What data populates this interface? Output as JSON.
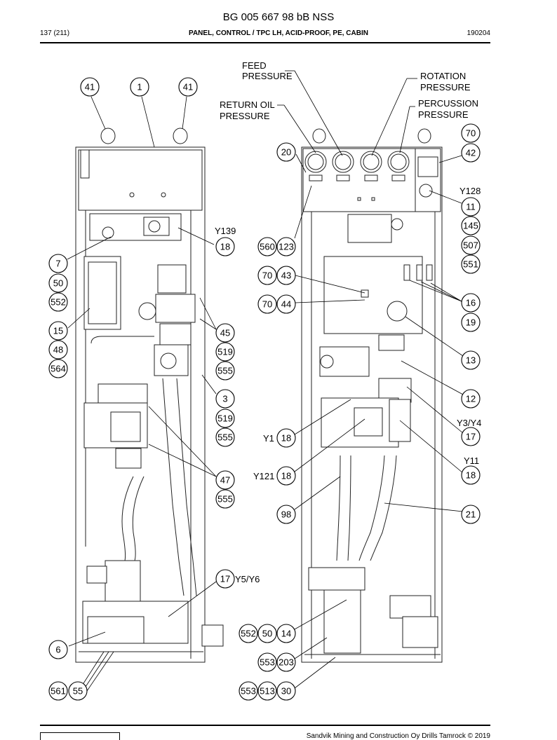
{
  "header": {
    "document_title": "BG 005 667 98 bB NSS",
    "page": "137 (211)",
    "section_title": "PANEL, CONTROL / TPC LH, ACID-PROOF, PE, CABIN",
    "code": "190204"
  },
  "footer": {
    "copyright": "Sandvik Mining and Construction Oy Drills Tamrock © 2019"
  },
  "labels": {
    "feed": "FEED",
    "feed_pressure": "PRESSURE",
    "rotation": "ROTATION",
    "rotation_pressure": "PRESSURE",
    "return_oil": "RETURN OIL",
    "return_pressure": "PRESSURE",
    "percussion": "PERCUSSION",
    "percussion_pressure": "PRESSURE",
    "y128": "Y128",
    "y139": "Y139",
    "y1": "Y1",
    "y121": "Y121",
    "y3y4": "Y3/Y4",
    "y11": "Y11",
    "y5y6": "Y5/Y6"
  },
  "callouts": {
    "c41a": "41",
    "c1": "1",
    "c41b": "41",
    "c7": "7",
    "c50a": "50",
    "c552a": "552",
    "c15": "15",
    "c48": "48",
    "c564": "564",
    "c18a": "18",
    "c45": "45",
    "c519a": "519",
    "c555a": "555",
    "c3": "3",
    "c519b": "519",
    "c555b": "555",
    "c47": "47",
    "c555c": "555",
    "c17a": "17",
    "c6": "6",
    "c561": "561",
    "c55": "55",
    "c20": "20",
    "c560": "560",
    "c123": "123",
    "c70a": "70",
    "c43": "43",
    "c70b": "70",
    "c44": "44",
    "c18b": "18",
    "c18c": "18",
    "c98": "98",
    "c552b": "552",
    "c50b": "50",
    "c14": "14",
    "c553a": "553",
    "c203": "203",
    "c553b": "553",
    "c513": "513",
    "c30": "30",
    "c70c": "70",
    "c42": "42",
    "c11": "11",
    "c145": "145",
    "c507": "507",
    "c551": "551",
    "c16": "16",
    "c19": "19",
    "c13": "13",
    "c12": "12",
    "c17b": "17",
    "c18d": "18",
    "c21": "21"
  }
}
